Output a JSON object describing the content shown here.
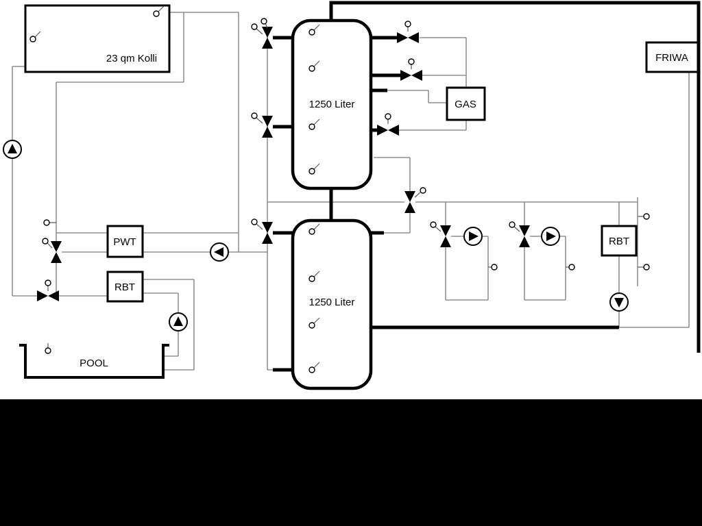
{
  "diagram": {
    "collector": {
      "label": "23 qm Kolli"
    },
    "tank_top": {
      "label": "1250 Liter"
    },
    "tank_bottom": {
      "label": "1250 Liter"
    },
    "pwt": {
      "label": "PWT"
    },
    "rbt_left": {
      "label": "RBT"
    },
    "rbt_right": {
      "label": "RBT"
    },
    "pool": {
      "label": "POOL"
    },
    "gas": {
      "label": "GAS"
    },
    "friwa": {
      "label": "FRIWA"
    },
    "colors": {
      "pipe_thin": "#7a7a7a",
      "pipe_thick": "#000000",
      "background": "#ffffff",
      "letterbox": "#000000"
    }
  }
}
